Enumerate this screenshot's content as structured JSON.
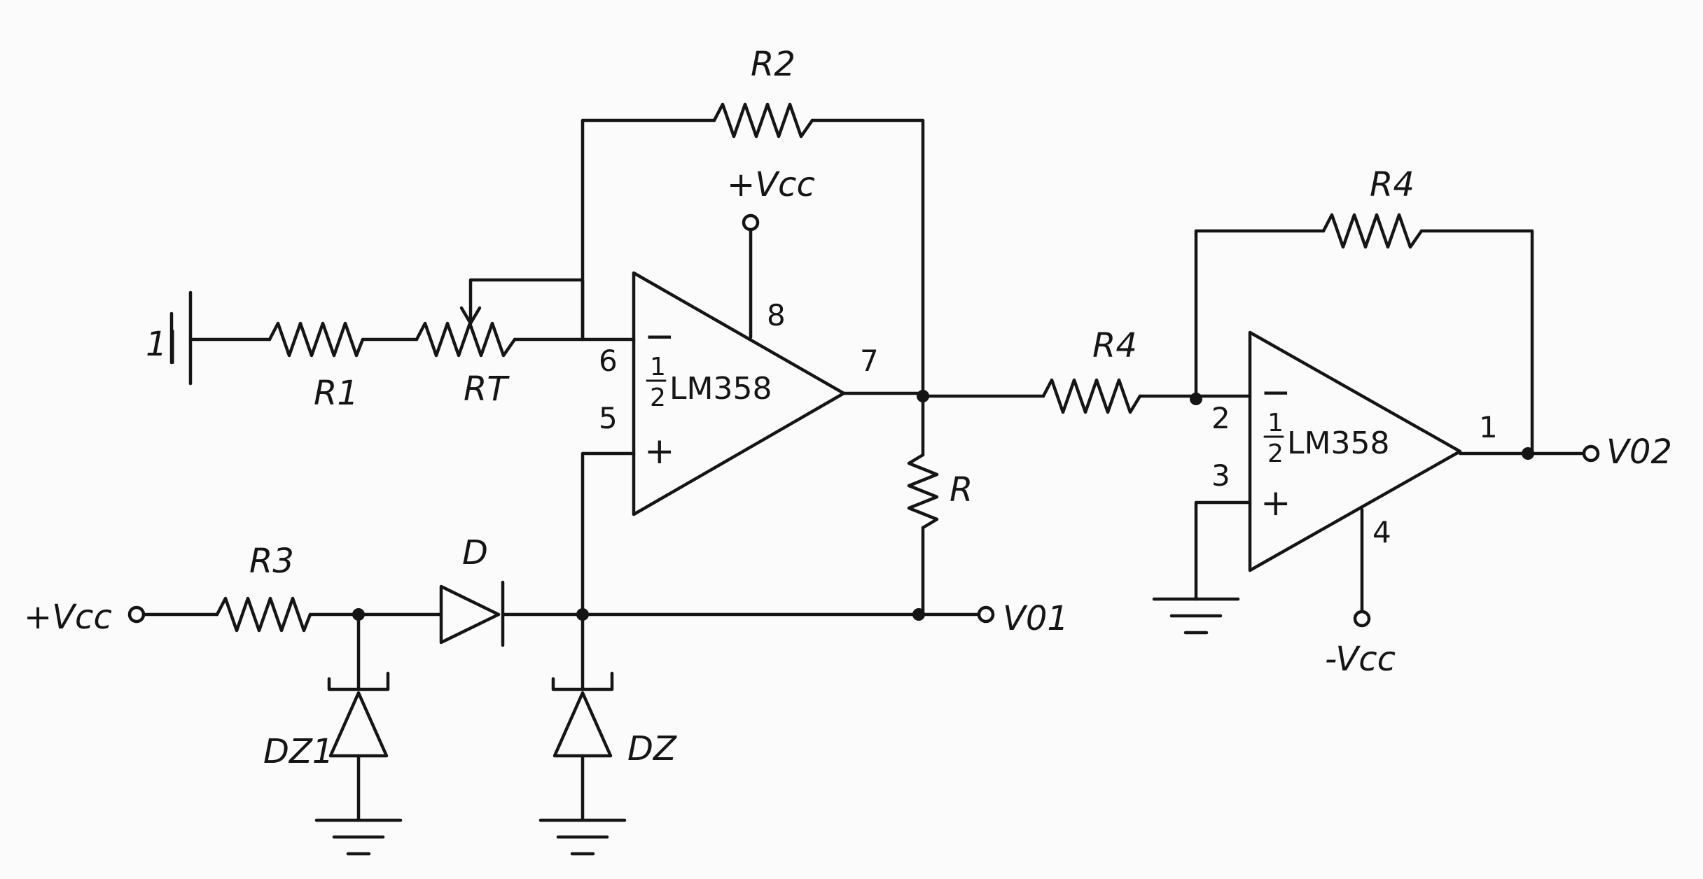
{
  "labels": {
    "r1": "R1",
    "rt": "RT",
    "r2": "R2",
    "r3": "R3",
    "r4_input": "R4",
    "r4_feedback": "R4",
    "r_load": "R",
    "d": "D",
    "dz1": "DZ1",
    "dz": "DZ",
    "vcc_top": "+Vcc",
    "vcc_left": "+Vcc",
    "vcc_neg": "-Vcc",
    "vo1": "V01",
    "vo2": "V02",
    "input_cell": "1|"
  },
  "opamp1": {
    "fraction_num": "1",
    "fraction_den": "2",
    "name": "LM358",
    "minus_sign": "−",
    "plus_sign": "+",
    "pin_inv": "6",
    "pin_noninv": "5",
    "pin_out": "7",
    "pin_vcc": "8"
  },
  "opamp2": {
    "fraction_num": "1",
    "fraction_den": "2",
    "name": "LM358",
    "minus_sign": "−",
    "plus_sign": "+",
    "pin_inv": "2",
    "pin_noninv": "3",
    "pin_out": "1",
    "pin_vee": "4"
  }
}
